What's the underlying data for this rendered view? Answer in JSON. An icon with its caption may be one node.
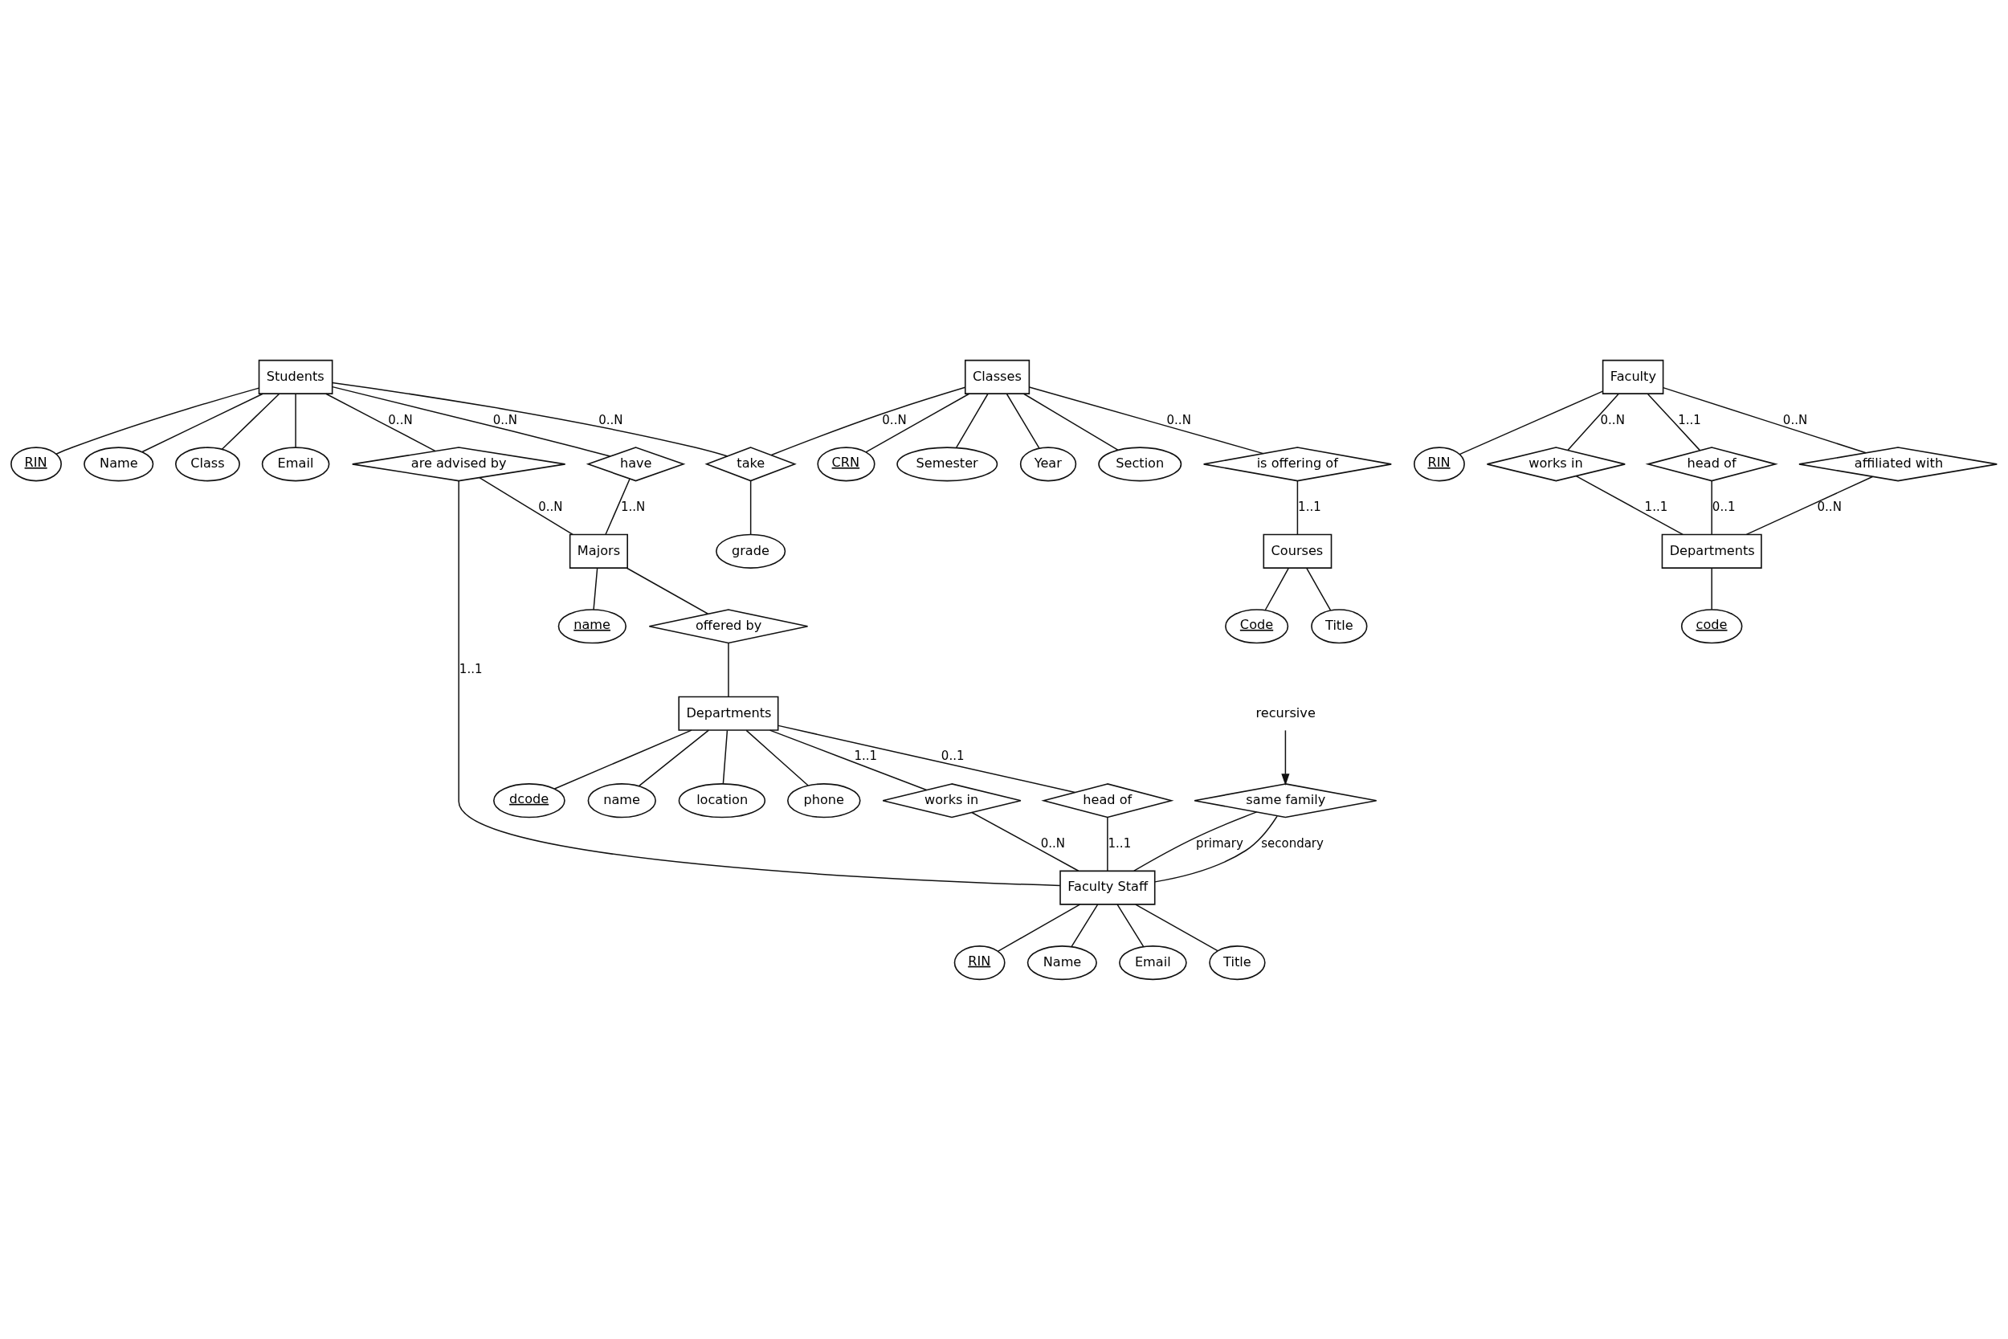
{
  "diagram": {
    "nodes": [
      {
        "text": [
          "Students"
        ]
      },
      {
        "text": [
          "RIN"
        ]
      },
      {
        "text": [
          "Name"
        ]
      },
      {
        "text": [
          "Class"
        ]
      },
      {
        "text": [
          "Email"
        ]
      },
      {
        "text": [
          "Faculty Staff"
        ]
      },
      {
        "text": [
          "RIN"
        ]
      },
      {
        "text": [
          "Name"
        ]
      },
      {
        "text": [
          "Email"
        ]
      },
      {
        "text": [
          "Title"
        ]
      },
      {
        "text": [
          "same family"
        ]
      },
      {
        "text": [
          "are advised by"
        ]
      },
      {
        "text": [
          "have"
        ]
      },
      {
        "text": [
          "Majors"
        ]
      },
      {
        "text": [
          "name"
        ]
      },
      {
        "text": [
          "Classes"
        ]
      },
      {
        "text": [
          "CRN"
        ]
      },
      {
        "text": [
          "Semester"
        ]
      },
      {
        "text": [
          "Year"
        ]
      },
      {
        "text": [
          "Section"
        ]
      },
      {
        "text": [
          "take"
        ]
      },
      {
        "text": [
          "grade"
        ]
      },
      {
        "text": [
          "is offering of"
        ]
      },
      {
        "text": [
          "Courses"
        ]
      },
      {
        "text": [
          "Code"
        ]
      },
      {
        "text": [
          "Title"
        ]
      },
      {
        "text": [
          "offered by"
        ]
      },
      {
        "text": [
          "Departments"
        ]
      },
      {
        "text": [
          "dcode"
        ]
      },
      {
        "text": [
          "name"
        ]
      },
      {
        "text": [
          "location"
        ]
      },
      {
        "text": [
          "phone"
        ]
      },
      {
        "text": [
          "works in"
        ]
      },
      {
        "text": [
          "head of"
        ]
      },
      {
        "text": [
          "recursive"
        ]
      },
      {
        "text": [
          "Faculty"
        ]
      },
      {
        "text": [
          "RIN"
        ]
      },
      {
        "text": [
          "works in"
        ]
      },
      {
        "text": [
          "head of"
        ]
      },
      {
        "text": [
          "affiliated with"
        ]
      },
      {
        "text": [
          "Departments"
        ]
      },
      {
        "text": [
          "code"
        ]
      }
    ],
    "edges": [
      {
        "from": 0,
        "to": 1,
        "arrow": "none"
      },
      {
        "from": 0,
        "to": 2,
        "arrow": "none"
      },
      {
        "from": 0,
        "to": 3,
        "arrow": "none"
      },
      {
        "from": 0,
        "to": 4,
        "arrow": "none"
      },
      {
        "from": 5,
        "to": 6,
        "arrow": "none"
      },
      {
        "from": 5,
        "to": 7,
        "arrow": "none"
      },
      {
        "from": 5,
        "to": 8,
        "arrow": "none"
      },
      {
        "from": 5,
        "to": 9,
        "arrow": "none"
      },
      {
        "from": 34,
        "to": 10,
        "arrow": "to"
      },
      {
        "from": 10,
        "to": 5,
        "label": "primary",
        "arrow": "none"
      },
      {
        "from": 10,
        "to": 5,
        "label": "secondary",
        "arrow": "none"
      },
      {
        "from": 0,
        "to": 11,
        "label": "0..N",
        "arrow": "none"
      },
      {
        "from": 11,
        "to": 5,
        "label": "1..1",
        "arrow": "none"
      },
      {
        "from": 0,
        "to": 12,
        "label": "0..N",
        "arrow": "none"
      },
      {
        "from": 12,
        "to": 13,
        "label": "1..N",
        "arrow": "none"
      },
      {
        "from": 11,
        "to": 13,
        "label": "0..N",
        "arrow": "none"
      },
      {
        "from": 0,
        "to": 20,
        "label": "0..N",
        "arrow": "none"
      },
      {
        "from": 15,
        "to": 20,
        "label": "0..N",
        "arrow": "none"
      },
      {
        "from": 20,
        "to": 21,
        "arrow": "none"
      },
      {
        "from": 15,
        "to": 16,
        "arrow": "none"
      },
      {
        "from": 15,
        "to": 17,
        "arrow": "none"
      },
      {
        "from": 15,
        "to": 18,
        "arrow": "none"
      },
      {
        "from": 15,
        "to": 19,
        "arrow": "none"
      },
      {
        "from": 15,
        "to": 22,
        "label": "0..N",
        "arrow": "none"
      },
      {
        "from": 22,
        "to": 23,
        "label": "1..1",
        "arrow": "none"
      },
      {
        "from": 23,
        "to": 24,
        "arrow": "none"
      },
      {
        "from": 23,
        "to": 25,
        "arrow": "none"
      },
      {
        "from": 13,
        "to": 14,
        "arrow": "none"
      },
      {
        "from": 13,
        "to": 26,
        "arrow": "none"
      },
      {
        "from": 26,
        "to": 27,
        "arrow": "none"
      },
      {
        "from": 27,
        "to": 28,
        "arrow": "none"
      },
      {
        "from": 27,
        "to": 29,
        "arrow": "none"
      },
      {
        "from": 27,
        "to": 30,
        "arrow": "none"
      },
      {
        "from": 27,
        "to": 31,
        "arrow": "none"
      },
      {
        "from": 27,
        "to": 32,
        "label": "1..1",
        "arrow": "none"
      },
      {
        "from": 32,
        "to": 5,
        "label": "0..N",
        "arrow": "none"
      },
      {
        "from": 27,
        "to": 33,
        "label": "0..1",
        "arrow": "none"
      },
      {
        "from": 33,
        "to": 5,
        "label": "1..1",
        "arrow": "none"
      },
      {
        "from": 35,
        "to": 36,
        "arrow": "none"
      },
      {
        "from": 35,
        "to": 37,
        "label": "0..N",
        "arrow": "none"
      },
      {
        "from": 37,
        "to": 40,
        "label": "1..1",
        "arrow": "none"
      },
      {
        "from": 35,
        "to": 38,
        "label": "1..1",
        "arrow": "none"
      },
      {
        "from": 38,
        "to": 40,
        "label": "0..1",
        "arrow": "none"
      },
      {
        "from": 35,
        "to": 39,
        "label": "0..N",
        "arrow": "none"
      },
      {
        "from": 39,
        "to": 40,
        "label": "0..N",
        "arrow": "none"
      },
      {
        "from": 40,
        "to": 41,
        "arrow": "none"
      }
    ]
  }
}
